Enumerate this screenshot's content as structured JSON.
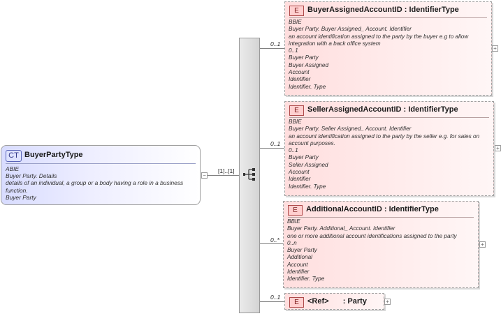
{
  "complex_type": {
    "badge": "CT",
    "name": "BuyerPartyType",
    "annotations": [
      "ABIE",
      "Buyer Party. Details",
      "details of an individual, a group or a body having a role in a business function.",
      "Buyer Party"
    ]
  },
  "sequence": {
    "cardinality": "[1]..[1]"
  },
  "elements": [
    {
      "badge": "E",
      "name": "BuyerAssignedAccountID",
      "type": ": IdentifierType",
      "cardinality": "0..1",
      "annotations": [
        "BBIE",
        "Buyer Party. Buyer Assigned_ Account. Identifier",
        "an account identification assigned to the party by the buyer e.g to allow integration with a back office system",
        "0..1",
        "Buyer Party",
        "Buyer Assigned",
        "Account",
        "Identifier",
        "Identifier. Type"
      ]
    },
    {
      "badge": "E",
      "name": "SellerAssignedAccountID",
      "type": ": IdentifierType",
      "cardinality": "0..1",
      "annotations": [
        "BBIE",
        "Buyer Party. Seller Assigned_ Account. Identifier",
        "an account identification assigned to the party by the seller e.g. for sales on account purposes.",
        "0..1",
        "Buyer Party",
        "Seller Assigned",
        "Account",
        "Identifier",
        "Identifier. Type"
      ]
    },
    {
      "badge": "E",
      "name": "AdditionalAccountID",
      "type": ": IdentifierType",
      "cardinality": "0..*",
      "annotations": [
        "BBIE",
        "Buyer Party. Additional_ Account. Identifier",
        "one or more additional account identifications assigned to the party",
        "0..n",
        "Buyer Party",
        "Additional",
        "Account",
        "Identifier",
        "Identifier. Type"
      ]
    },
    {
      "badge": "E",
      "name": "<Ref>",
      "type": ": Party",
      "cardinality": "0..1",
      "annotations": []
    }
  ]
}
